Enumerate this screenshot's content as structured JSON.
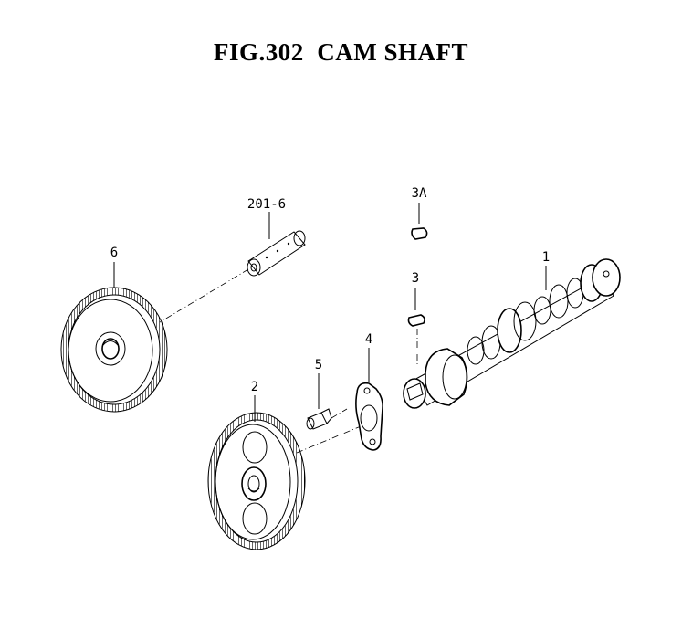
{
  "figure": {
    "title": "FIG.302  CAM SHAFT"
  },
  "callouts": {
    "cam_shaft": "1",
    "cam_gear": "2",
    "key": "3",
    "key_alt": "3A",
    "thrust_plate": "4",
    "bolt": "5",
    "idle_gear": "6",
    "idle_gear_shaft": "201-6"
  }
}
